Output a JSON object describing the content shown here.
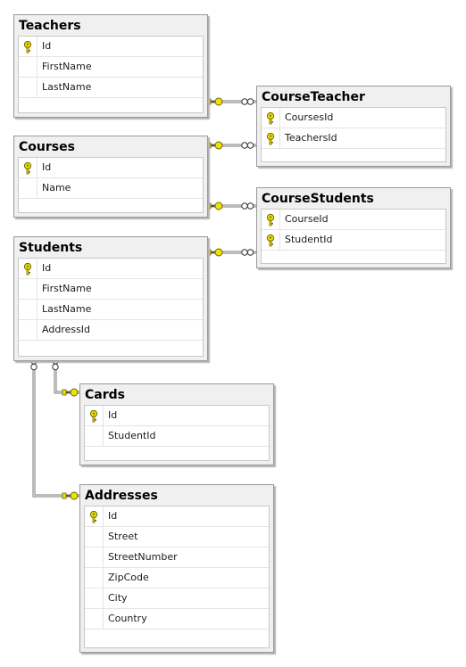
{
  "tables": [
    {
      "id": "teachers",
      "title": "Teachers",
      "fields": [
        {
          "name": "Id",
          "pk": true
        },
        {
          "name": "FirstName",
          "pk": false
        },
        {
          "name": "LastName",
          "pk": false
        }
      ]
    },
    {
      "id": "courseteacher",
      "title": "CourseTeacher",
      "fields": [
        {
          "name": "CoursesId",
          "pk": true
        },
        {
          "name": "TeachersId",
          "pk": true
        }
      ]
    },
    {
      "id": "courses",
      "title": "Courses",
      "fields": [
        {
          "name": "Id",
          "pk": true
        },
        {
          "name": "Name",
          "pk": false
        }
      ]
    },
    {
      "id": "coursestudents",
      "title": "CourseStudents",
      "fields": [
        {
          "name": "CourseId",
          "pk": true
        },
        {
          "name": "StudentId",
          "pk": true
        }
      ]
    },
    {
      "id": "students",
      "title": "Students",
      "fields": [
        {
          "name": "Id",
          "pk": true
        },
        {
          "name": "FirstName",
          "pk": false
        },
        {
          "name": "LastName",
          "pk": false
        },
        {
          "name": "AddressId",
          "pk": false
        }
      ]
    },
    {
      "id": "cards",
      "title": "Cards",
      "fields": [
        {
          "name": "Id",
          "pk": true
        },
        {
          "name": "StudentId",
          "pk": false
        }
      ]
    },
    {
      "id": "addresses",
      "title": "Addresses",
      "fields": [
        {
          "name": "Id",
          "pk": true
        },
        {
          "name": "Street",
          "pk": false
        },
        {
          "name": "StreetNumber",
          "pk": false
        },
        {
          "name": "ZipCode",
          "pk": false
        },
        {
          "name": "City",
          "pk": false
        },
        {
          "name": "Country",
          "pk": false
        }
      ]
    }
  ],
  "relationships": [
    {
      "from": "teachers",
      "to": "courseteacher",
      "one_end": "teachers",
      "many_end": "courseteacher"
    },
    {
      "from": "courses",
      "to": "courseteacher",
      "one_end": "courses",
      "many_end": "courseteacher"
    },
    {
      "from": "courses",
      "to": "coursestudents",
      "one_end": "courses",
      "many_end": "coursestudents"
    },
    {
      "from": "students",
      "to": "coursestudents",
      "one_end": "students",
      "many_end": "coursestudents"
    },
    {
      "from": "students",
      "to": "cards",
      "one_end": "cards",
      "many_end": "students"
    },
    {
      "from": "students",
      "to": "addresses",
      "one_end": "addresses",
      "many_end": "students"
    }
  ],
  "colors": {
    "key": "#f2e200",
    "key_outline": "#6b6400",
    "line": "#7a7a7a"
  }
}
